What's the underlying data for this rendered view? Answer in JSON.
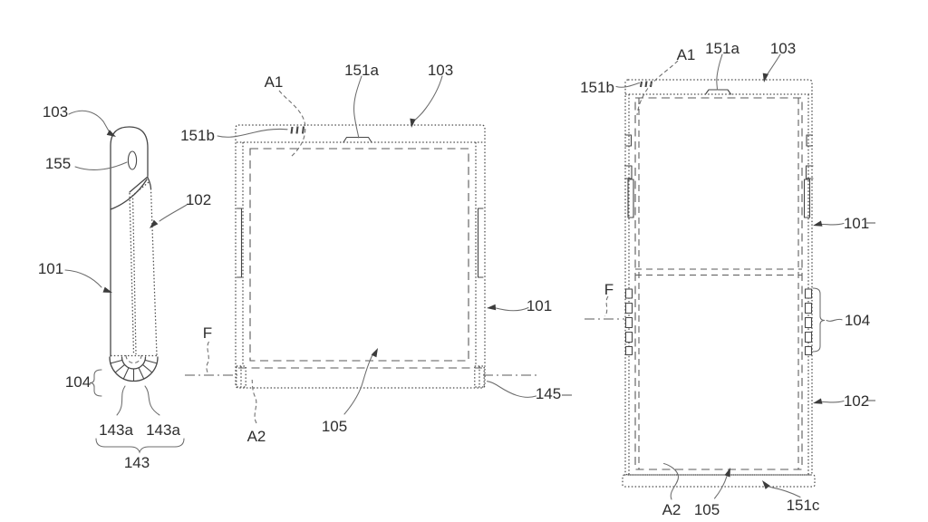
{
  "canvas": {
    "background": "#ffffff",
    "line_color": "#474747",
    "text_color": "#2e2e2e"
  },
  "figures": {
    "side_view": {
      "labels": {
        "ref103": "103",
        "ref155": "155",
        "ref102": "102",
        "ref101": "101",
        "ref104": "104",
        "ref143a_left": "143a",
        "ref143a_right": "143a",
        "ref143": "143"
      }
    },
    "front_folded": {
      "labels": {
        "refA1": "A1",
        "ref151a": "151a",
        "ref103": "103",
        "ref151b": "151b",
        "refF": "F",
        "refA2": "A2",
        "ref105": "105",
        "ref101": "101",
        "ref145": "145"
      }
    },
    "front_unfolded": {
      "labels": {
        "refA1": "A1",
        "ref151a": "151a",
        "ref103": "103",
        "ref151b": "151b",
        "ref101": "101",
        "refF": "F",
        "ref104": "104",
        "ref102": "102",
        "refA2": "A2",
        "ref105": "105",
        "ref151c": "151c"
      }
    }
  }
}
